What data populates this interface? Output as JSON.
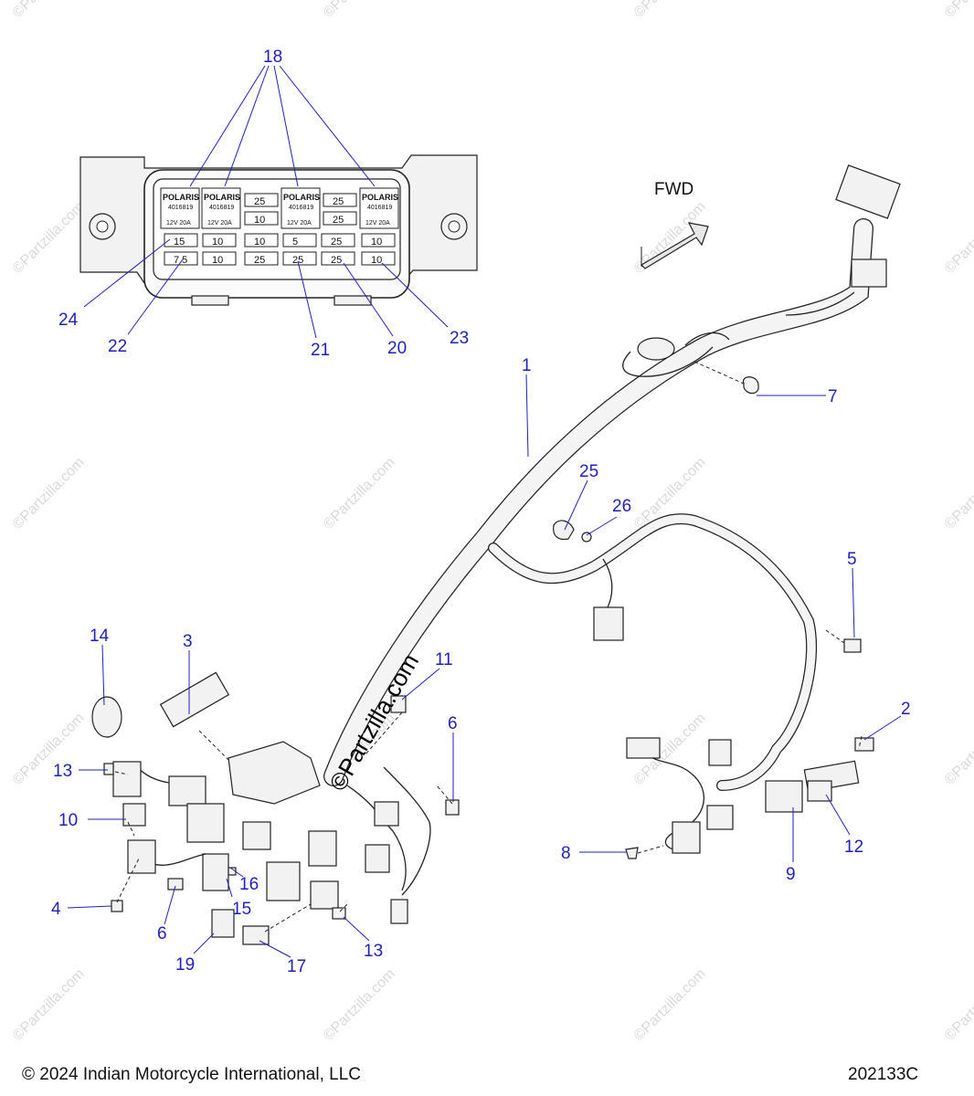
{
  "fuse_box": {
    "relays": [
      {
        "brand": "POLARIS",
        "part": "4016819",
        "rating": "12V  20A"
      },
      {
        "brand": "POLARIS",
        "part": "4016819",
        "rating": "12V  20A"
      },
      {
        "brand": "POLARIS",
        "part": "4016819",
        "rating": "12V  20A"
      },
      {
        "brand": "POLARIS",
        "part": "4016819",
        "rating": "12V  20A"
      }
    ],
    "fuses_top": [
      "25",
      "10",
      "25",
      "25"
    ],
    "fuses_row2": [
      "15",
      "10",
      "10",
      "5",
      "25",
      "10"
    ],
    "fuses_row3": [
      "7.5",
      "10",
      "25",
      "25",
      "25",
      "10"
    ]
  },
  "fwd_label": "FWD",
  "callouts": [
    "18",
    "24",
    "22",
    "21",
    "20",
    "23",
    "1",
    "7",
    "25",
    "26",
    "5",
    "14",
    "3",
    "11",
    "6",
    "2",
    "13",
    "10",
    "16",
    "15",
    "4",
    "6",
    "19",
    "17",
    "13",
    "8",
    "9",
    "12"
  ],
  "watermark_center": "©Partzilla.com",
  "watermark_repeat": "©Partzilla.com",
  "footer": {
    "copyright": "© 2024 Indian Motorcycle International, LLC",
    "code": "202133C"
  }
}
